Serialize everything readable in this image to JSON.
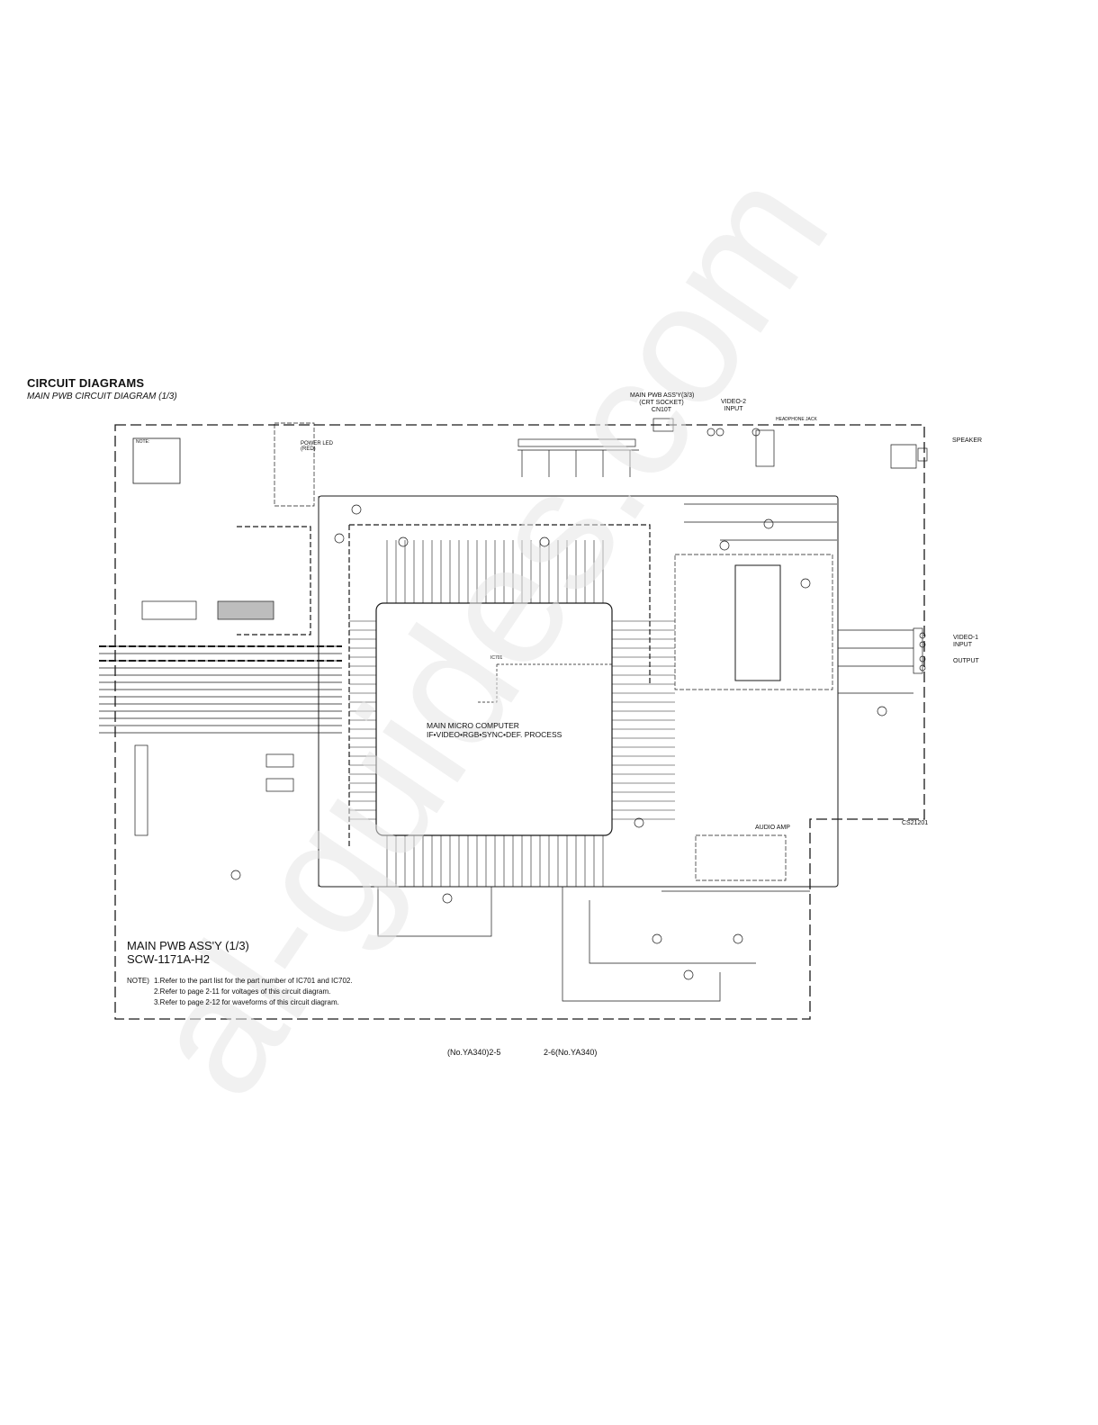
{
  "header": {
    "title": "CIRCUIT DIAGRAMS",
    "subtitle": "MAIN PWB CIRCUIT DIAGRAM (1/3)"
  },
  "connectors": {
    "crt_socket_line1": "MAIN PWB ASS'Y(3/3)",
    "crt_socket_line2": "(CRT SOCKET)",
    "crt_socket_line3": "CN10T",
    "video2_line1": "VIDEO-2",
    "video2_line2": "INPUT",
    "headphone": "HEADPHONE JACK",
    "speaker": "SPEAKER",
    "video1_line1": "VIDEO-1",
    "video1_line2": "INPUT",
    "output": "OUTPUT",
    "power_led_line1": "POWER LED",
    "power_led_line2": "(RED)"
  },
  "blocks": {
    "ic_label": "IC701",
    "micro_title": "MAIN MICRO COMPUTER",
    "micro_sub": "IF•VIDEO•RGB•SYNC•DEF. PROCESS",
    "audio_amp": "AUDIO AMP",
    "board_code": "CS21201",
    "note_box_title": "NOTE:"
  },
  "assy": {
    "title": "MAIN PWB ASS'Y (1/3)",
    "code": "SCW-1171A-H2"
  },
  "notes": {
    "label": "NOTE)",
    "items": [
      "1.Refer to the part list for the part number of IC701 and IC702.",
      "2.Refer to page 2-11 for voltages of this circuit diagram.",
      "3.Refer to page 2-12 for waveforms of this circuit diagram."
    ]
  },
  "footer": {
    "left": "(No.YA340)2-5",
    "right": "2-6(No.YA340)"
  },
  "watermark": {
    "text": "al-guides.com",
    "color": "#e6e6e6"
  },
  "colors": {
    "line": "#1a1a1a",
    "shaded_block": "#bdbdbd"
  }
}
